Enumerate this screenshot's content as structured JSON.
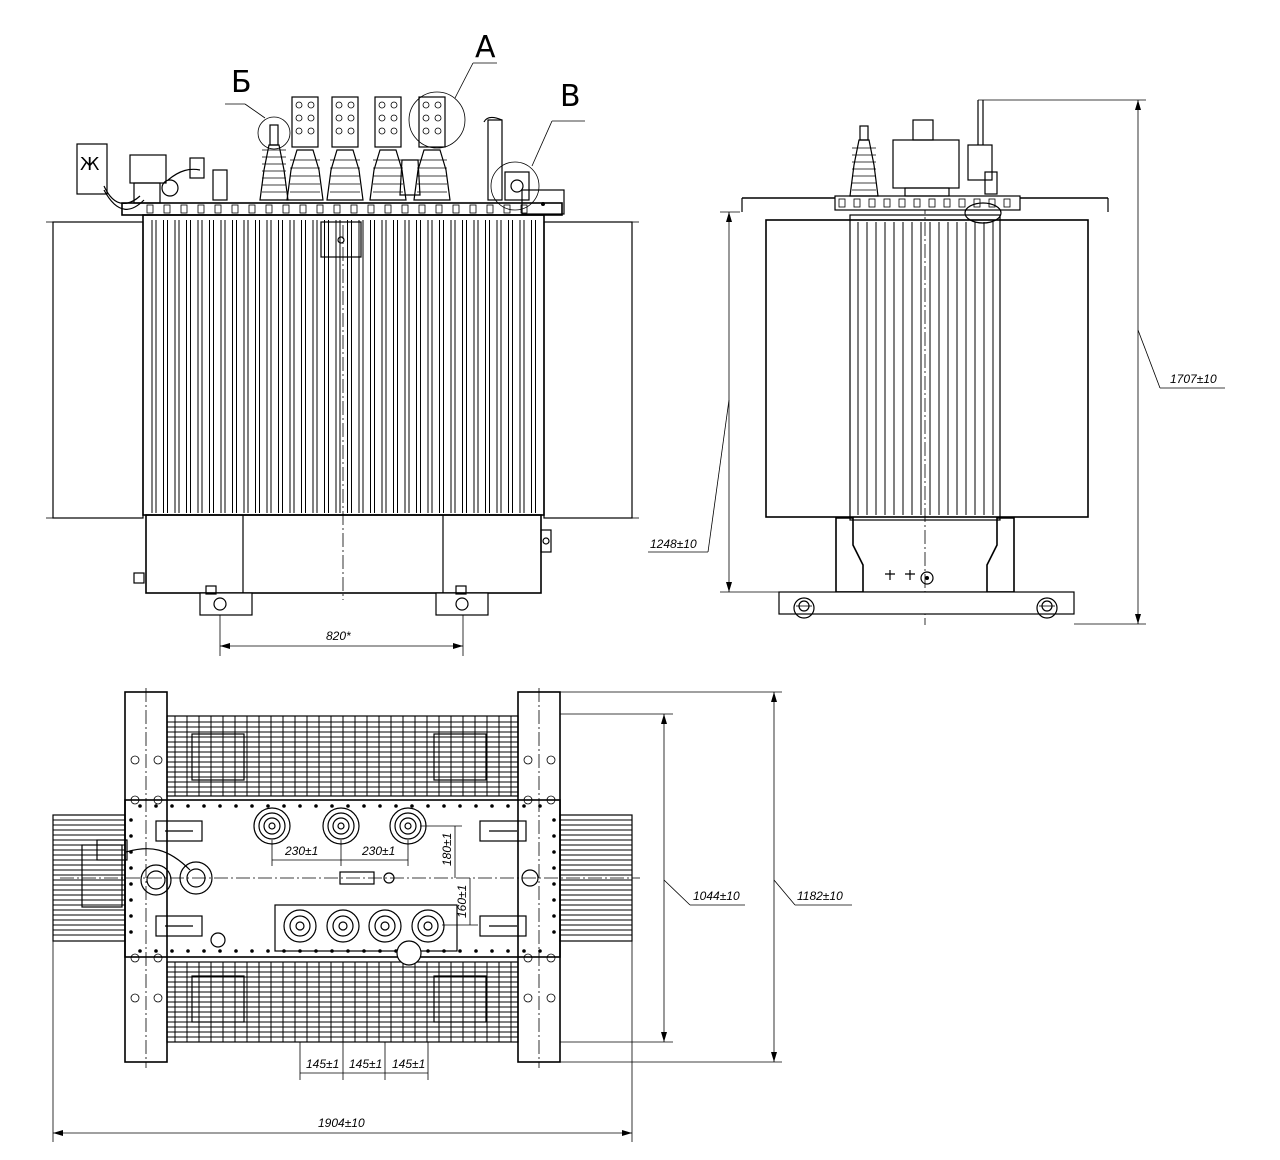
{
  "callouts": {
    "a": "А",
    "b": "Б",
    "v": "В",
    "zh": "Ж"
  },
  "dimensions": {
    "base_spacing": "820*",
    "overall_height": "1707±10",
    "tank_height": "1248±10",
    "width_inner": "1044±10",
    "width_outer": "1182±10",
    "overall_length": "1904±10",
    "hv_pitch_1": "230±1",
    "hv_pitch_2": "230±1",
    "hv_row_offset": "180±1",
    "lv_row_offset": "160±1",
    "lv_pitch_1": "145±1",
    "lv_pitch_2": "145±1",
    "lv_pitch_3": "145±1"
  }
}
